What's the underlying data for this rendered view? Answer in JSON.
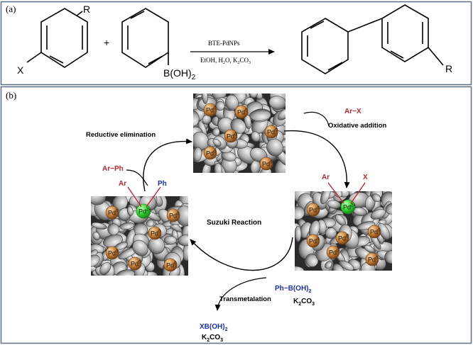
{
  "panel_a": {
    "label": "(a)",
    "reactant1_substituent_r": "R",
    "reactant1_substituent_x": "X",
    "plus": "+",
    "reactant2_group_base": "B(OH)",
    "reactant2_group_sub": "2",
    "catalyst": "BTE-PdNPs",
    "conditions_a": "EtOH, H",
    "conditions_b": "2",
    "conditions_c": "O, K",
    "conditions_d": "2",
    "conditions_e": "CO",
    "conditions_f": "3",
    "product_substituent_r": "R"
  },
  "panel_b": {
    "label": "(b)",
    "center_title": "Suzuki Reaction",
    "reagent_in": "Ar−X",
    "step_oxidative": "Oxidative addition",
    "step_reductive": "Reductive elimination",
    "step_transmetalation": "Transmetalation",
    "product_out": "Ar−Ph",
    "boron_reagent": "Ph−B(OH)",
    "boron_sub": "2",
    "base_k": "K",
    "base_k_sub": "2",
    "base_co": "CO",
    "base_co_sub": "3",
    "byproduct": "XB(OH)",
    "byproduct_sub": "2",
    "byproduct_base_k": "K",
    "byproduct_base_k_sub": "2",
    "byproduct_base_co": "CO",
    "byproduct_base_co_sub": "3",
    "ligand_ar": "Ar",
    "ligand_x": "X",
    "ligand_ph": "Ph",
    "pd0": "Pd",
    "pd0_sup": "0",
    "pd2": "Pd",
    "pd2_sup": "2+"
  },
  "colors": {
    "frame": "#5a6e86",
    "red_label": "#c0262d",
    "blue_label": "#1b2fae",
    "pd_ball": "#c8823a",
    "pd2_ball": "#35d835"
  }
}
